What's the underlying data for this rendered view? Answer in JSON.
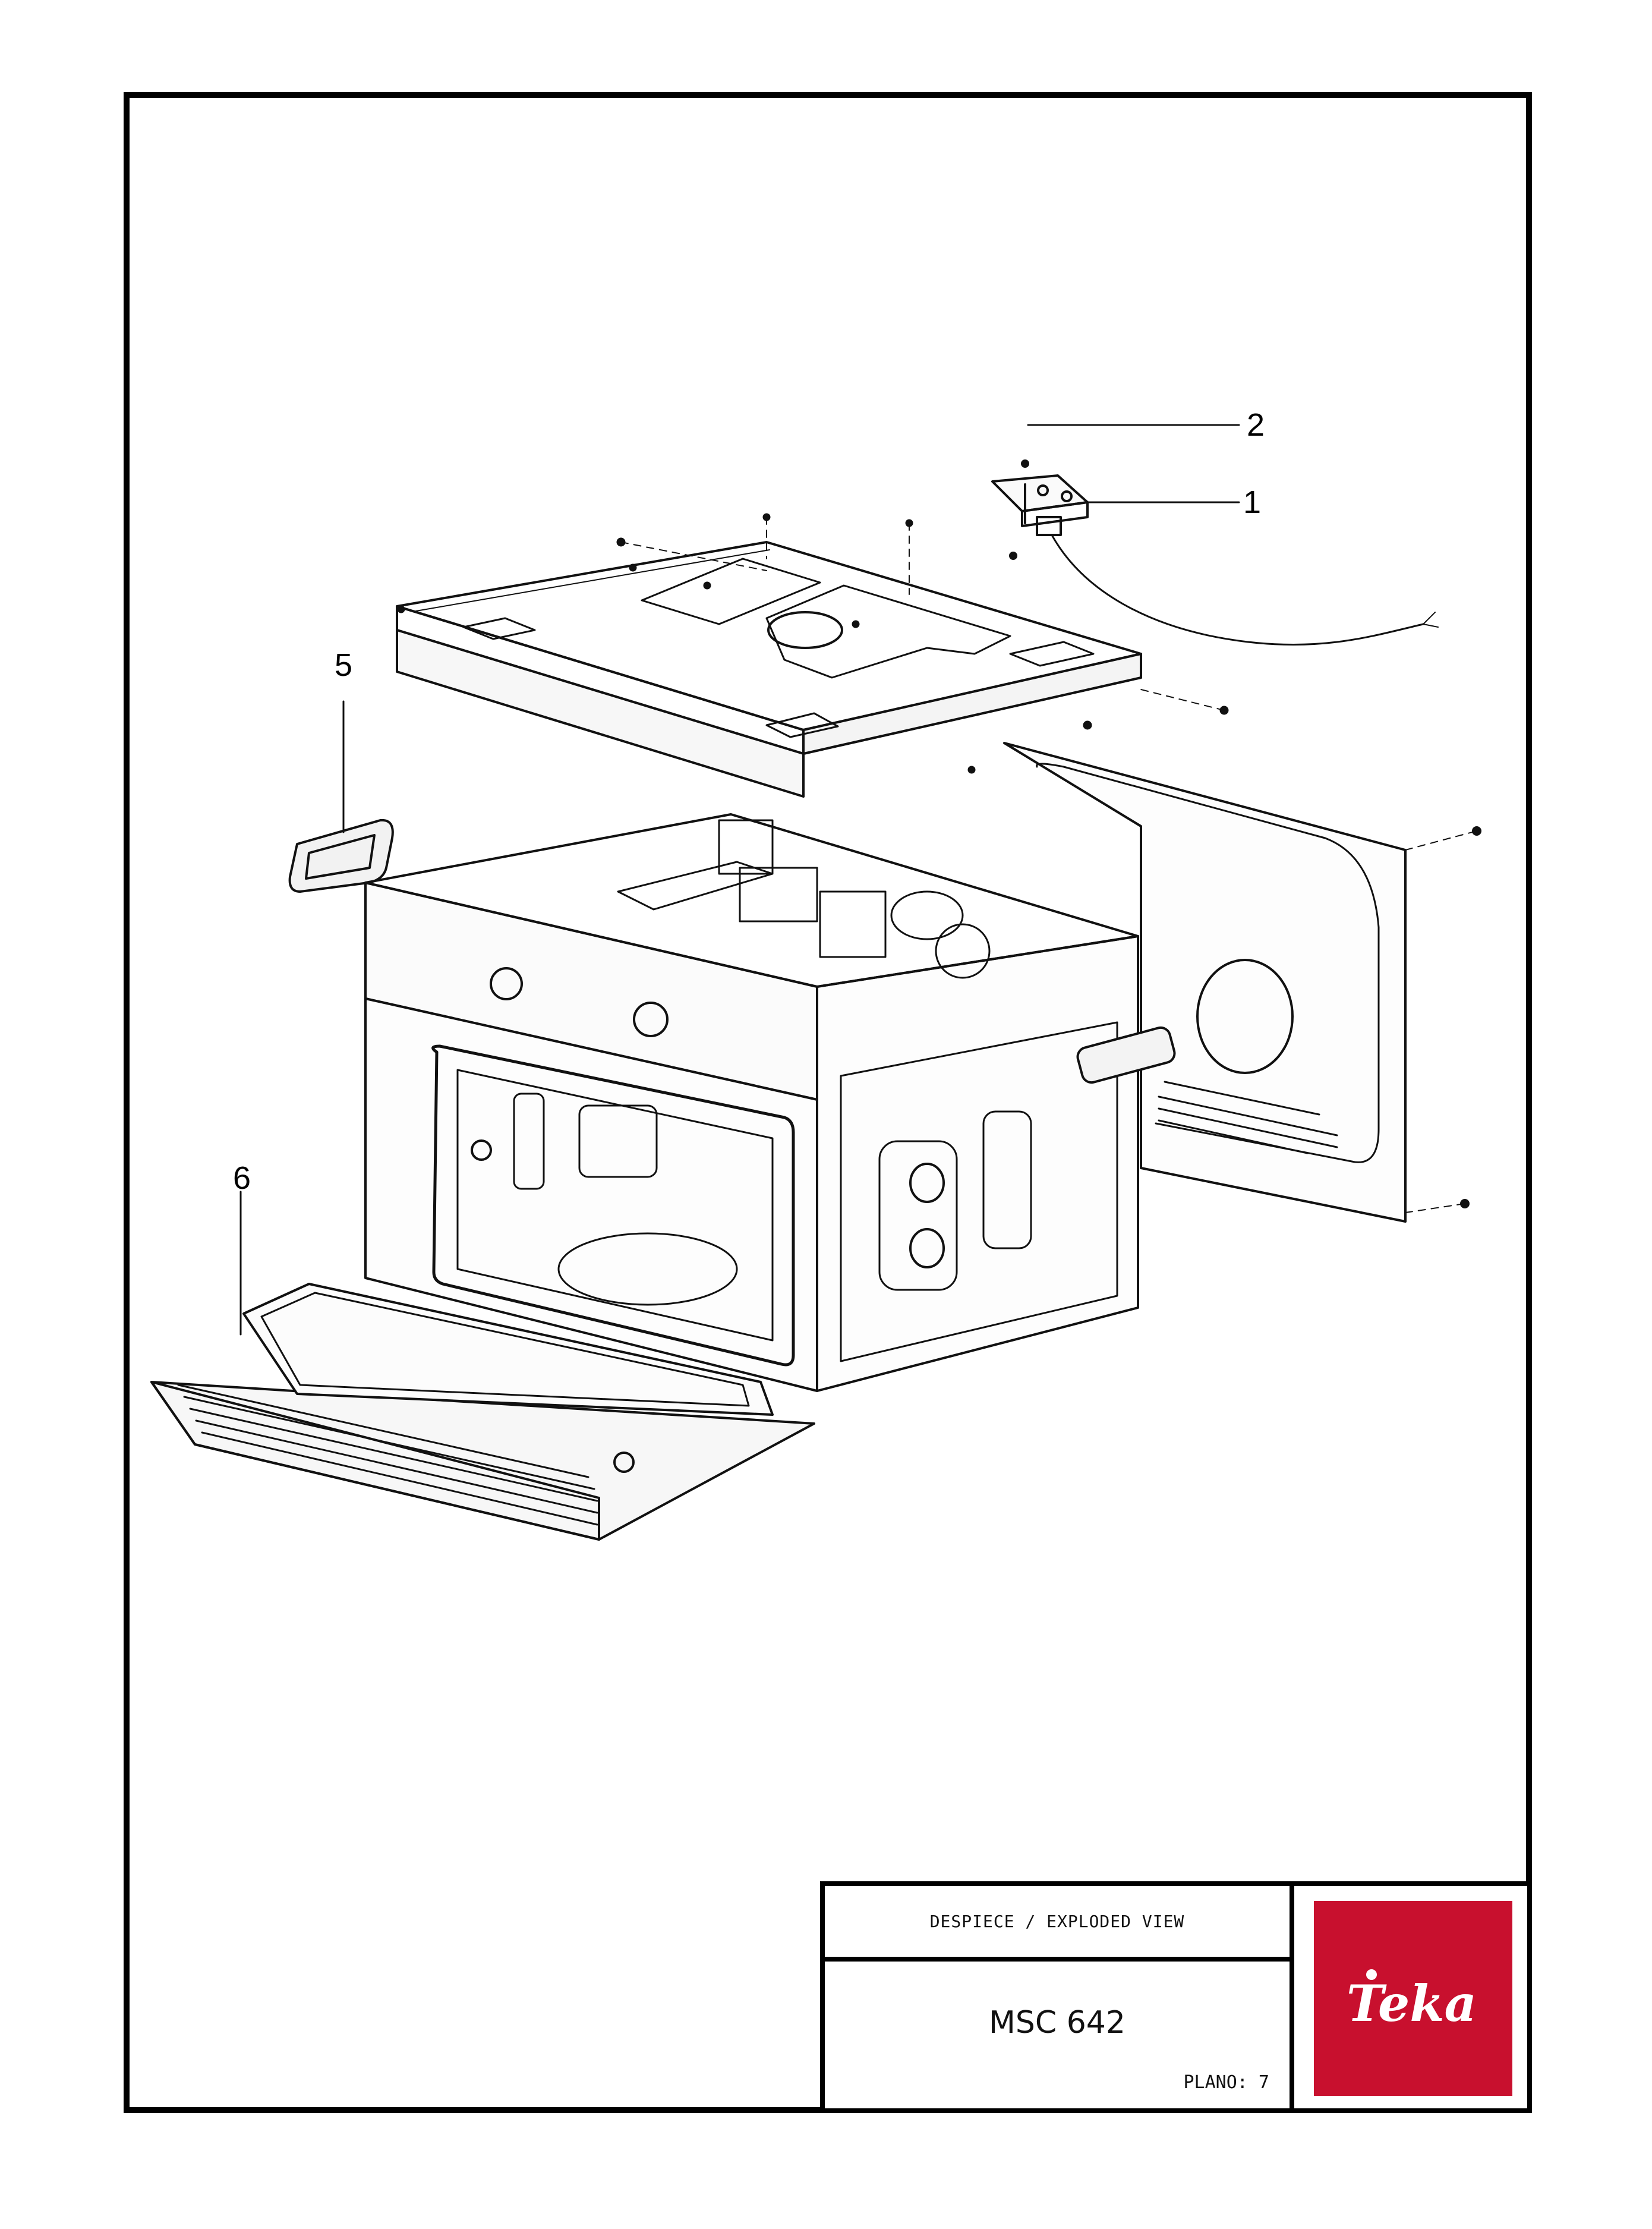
{
  "callouts": [
    {
      "label": "2"
    },
    {
      "label": "1"
    },
    {
      "label": "5"
    },
    {
      "label": "6"
    }
  ],
  "title_block": {
    "heading": "DESPIECE / EXPLODED VIEW",
    "model": "MSC 642",
    "plano": "PLANO: 7"
  },
  "logo": {
    "text": "Teka",
    "color": "#c8102e"
  }
}
